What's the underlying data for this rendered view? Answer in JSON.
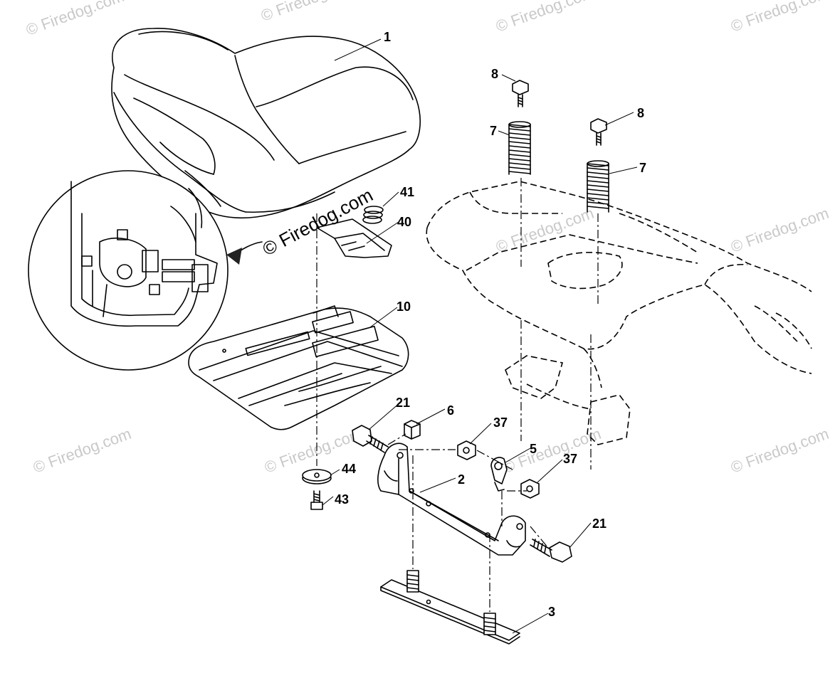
{
  "watermark": {
    "text": "© Firedog.com",
    "overlay_text": "© Firedog.com"
  },
  "callouts": {
    "c1": "1",
    "c2": "2",
    "c3": "3",
    "c5": "5",
    "c6": "6",
    "c7a": "7",
    "c7b": "7",
    "c8a": "8",
    "c8b": "8",
    "c10": "10",
    "c21a": "21",
    "c21b": "21",
    "c37a": "37",
    "c37b": "37",
    "c40": "40",
    "c41": "41",
    "c43": "43",
    "c44": "44"
  }
}
